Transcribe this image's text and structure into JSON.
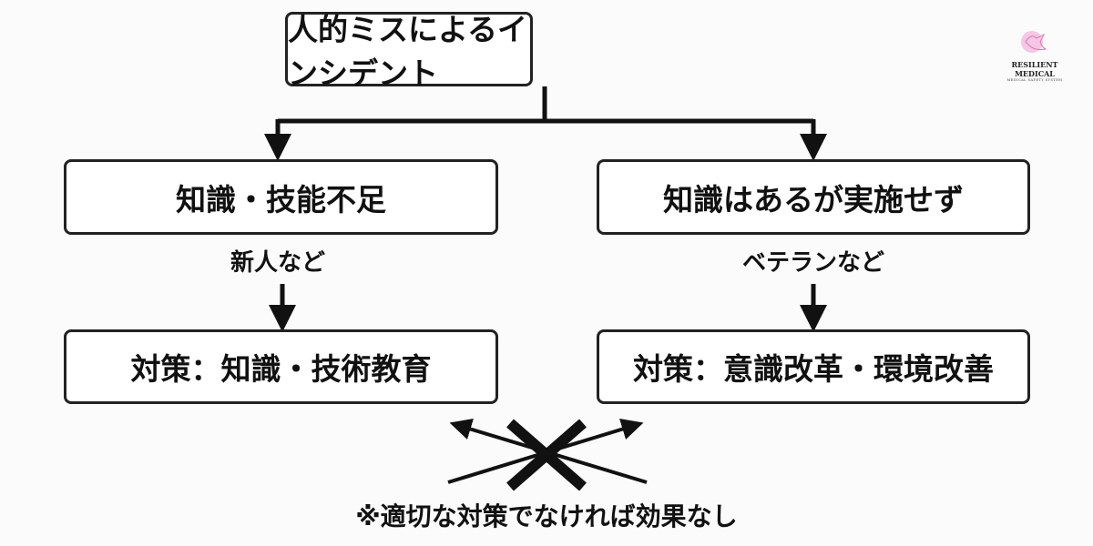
{
  "root": "人的ミスによるインシデント",
  "left": {
    "cause": "知識・技能不足",
    "example": "新人など",
    "measure": "対策：知識・技術教育"
  },
  "right": {
    "cause": "知識はあるが実施せず",
    "example": "ベテランなど",
    "measure": "対策：意識改革・環境改善"
  },
  "note": "※適切な対策でなければ効果なし",
  "logo": {
    "name": "RESILIENT MEDICAL",
    "tagline": "MEDICAL SAFETY SYSTEM",
    "icon": "dove-icon",
    "accent": "#f6c6e6"
  }
}
